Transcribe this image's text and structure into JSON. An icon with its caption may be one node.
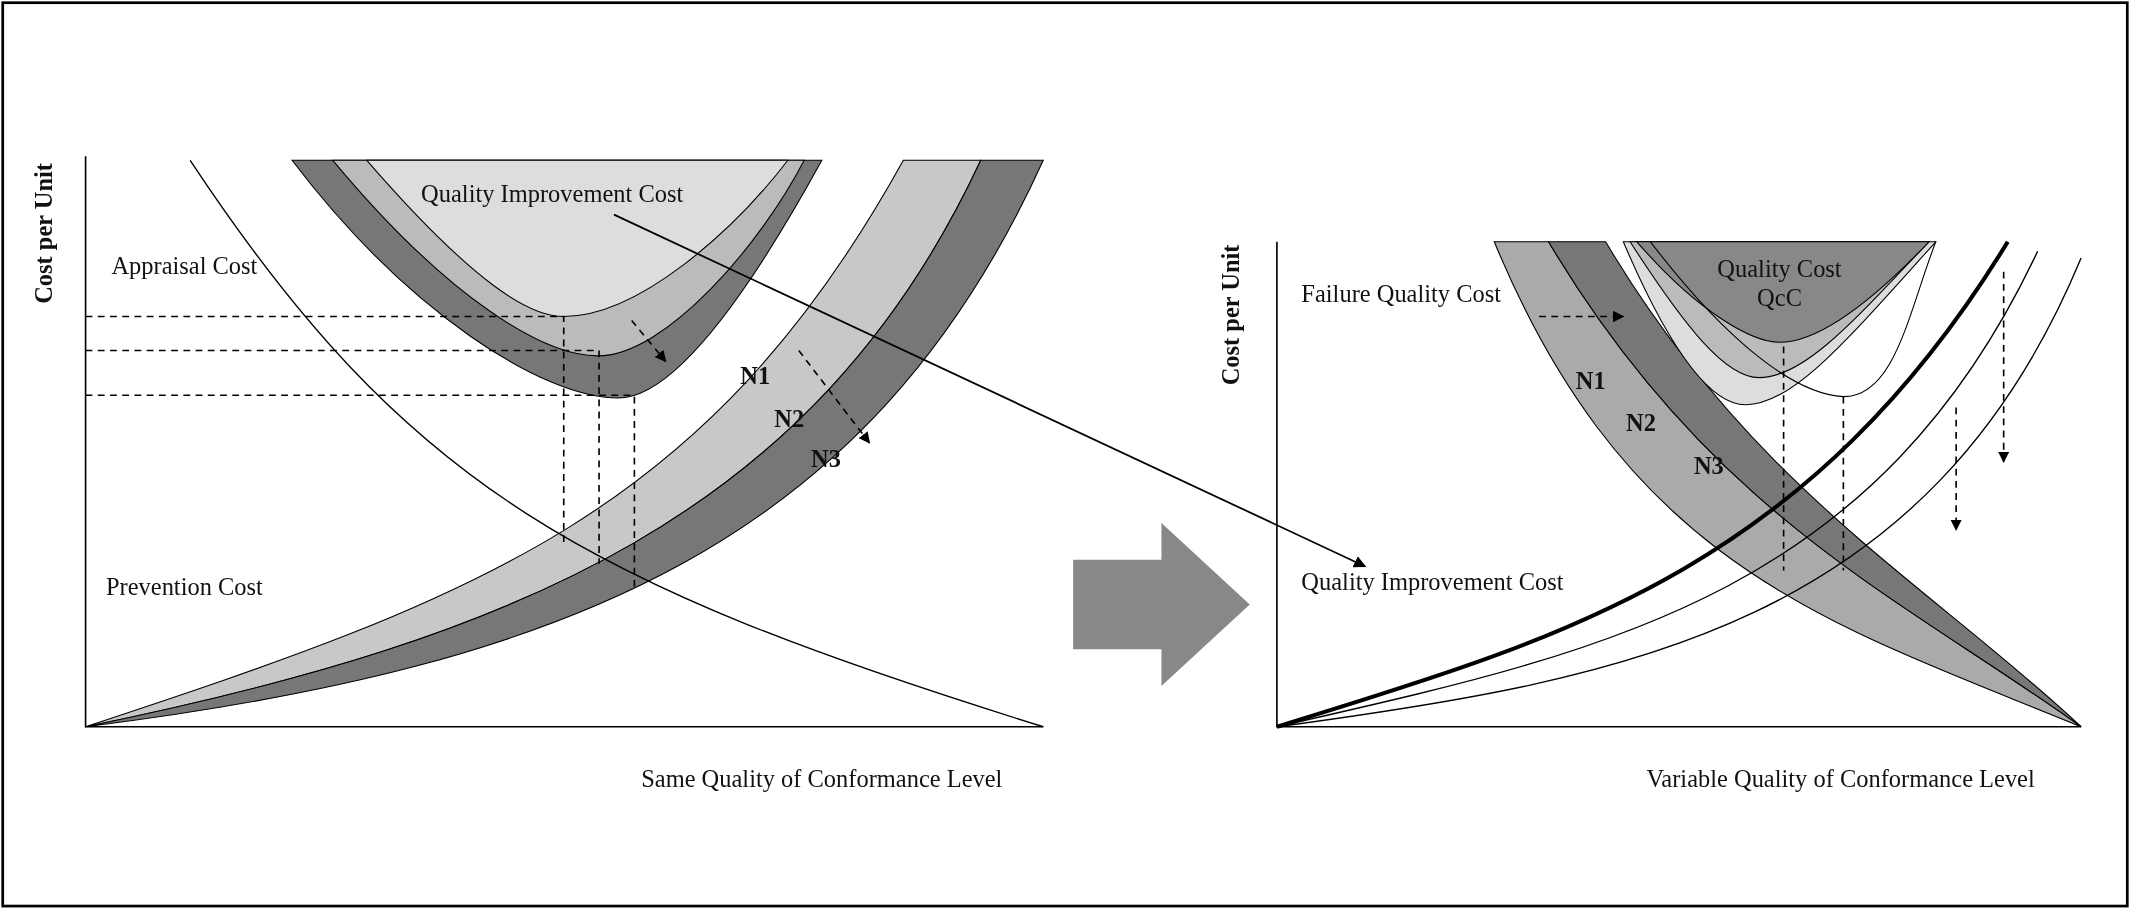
{
  "diagram": {
    "nodes": [
      {
        "text": [
          "Quality Improvement Cost"
        ]
      },
      {
        "text": [
          "Quality Improvement Cost"
        ]
      }
    ],
    "edges": [
      {
        "from": 0,
        "to": 1,
        "arrow": "to"
      }
    ],
    "labels": [
      "Cost per Unit",
      "Appraisal Cost",
      "N1",
      "N2",
      "N3",
      "Prevention Cost",
      "Same Quality of Conformance Level",
      "Cost per Unit",
      "Failure Quality Cost",
      "Quality Cost QcC",
      "N1",
      "N2",
      "N3",
      "Variable Quality of Conformance Level"
    ]
  }
}
